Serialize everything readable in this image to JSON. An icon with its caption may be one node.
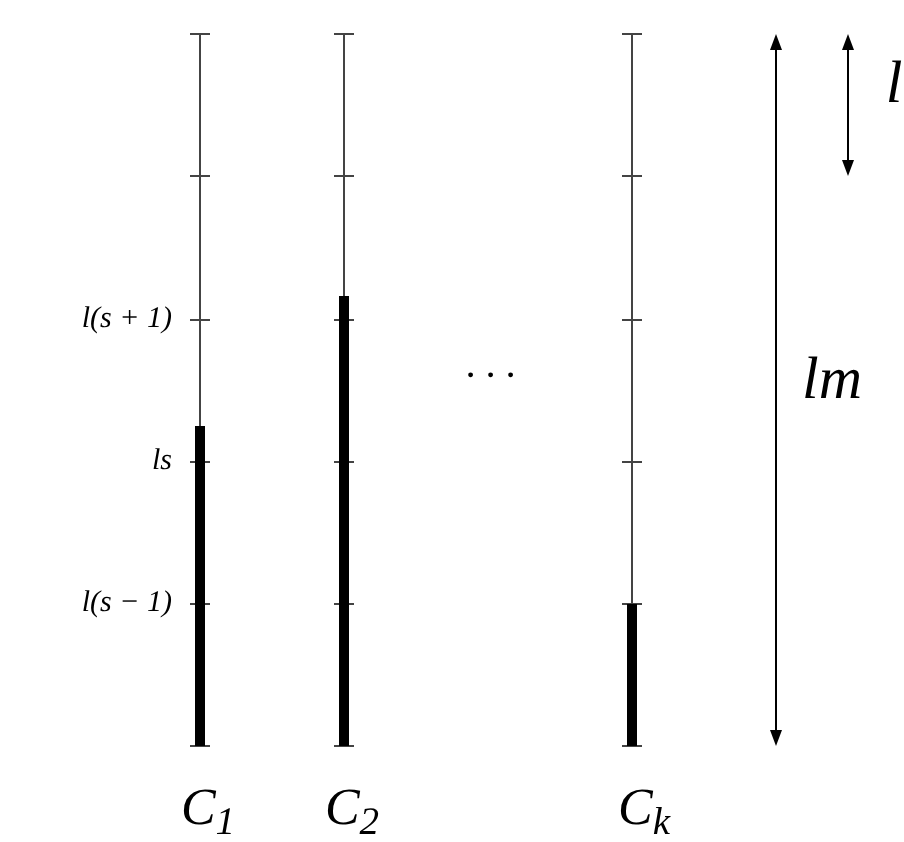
{
  "diagram": {
    "labels": [
      "l(s + 1)",
      "ls",
      "l(s − 1)",
      "· · ·",
      "lm",
      "l",
      "C$_{1}$",
      "C$_{2}$",
      "C$_{k}$"
    ]
  }
}
